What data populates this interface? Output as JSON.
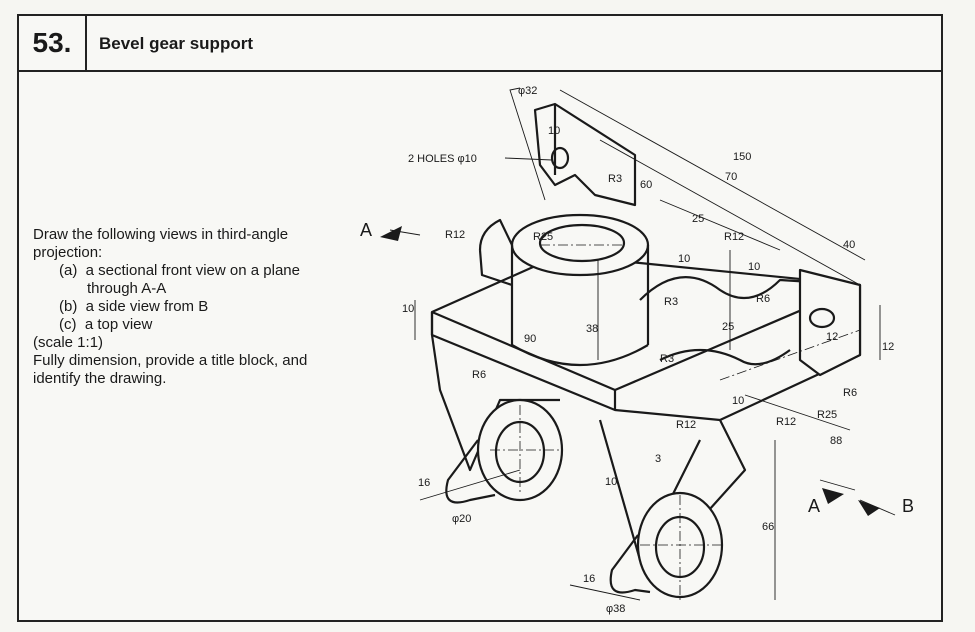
{
  "exercise": {
    "number": "53.",
    "title": "Bevel gear support"
  },
  "instructions": {
    "line1": "Draw the following views in third-angle",
    "line2": "projection:",
    "item_a_1": "(a)  a sectional front view on a plane",
    "item_a_2": "through A-A",
    "item_b": "(b)  a side view from B",
    "item_c": "(c)  a top view",
    "scale": "(scale 1:1)",
    "line6": "Fully dimension, provide a title block, and",
    "line7": "identify the drawing."
  },
  "dimensions": {
    "d32": "φ32",
    "d10_top": "10",
    "holes": "2 HOLES φ10",
    "r3_top": "R3",
    "d60": "60",
    "d150": "150",
    "d70": "70",
    "d25_top": "25",
    "r12_right": "R12",
    "d40": "40",
    "r12_left": "R12",
    "r25_boss": "R25",
    "d10_mid": "10",
    "d10_mid2": "10",
    "r3_mid": "R3",
    "r6_right": "R6",
    "d25_vert": "25",
    "d38": "38",
    "d90": "90",
    "d10_left": "10",
    "r3_low": "R3",
    "d12_hole": "12",
    "d12_side": "12",
    "r6_left": "R6",
    "r6_low": "R6",
    "r25_low": "R25",
    "r12_low": "R12",
    "r12_lower": "R12",
    "d88": "88",
    "d10_low": "10",
    "d3": "3",
    "d16_left": "16",
    "d20": "φ20",
    "d66": "66",
    "d16_bottom": "16",
    "d38_bottom": "φ38",
    "arrow_a_upper": "A",
    "arrow_a_lower": "A",
    "arrow_b": "B"
  }
}
